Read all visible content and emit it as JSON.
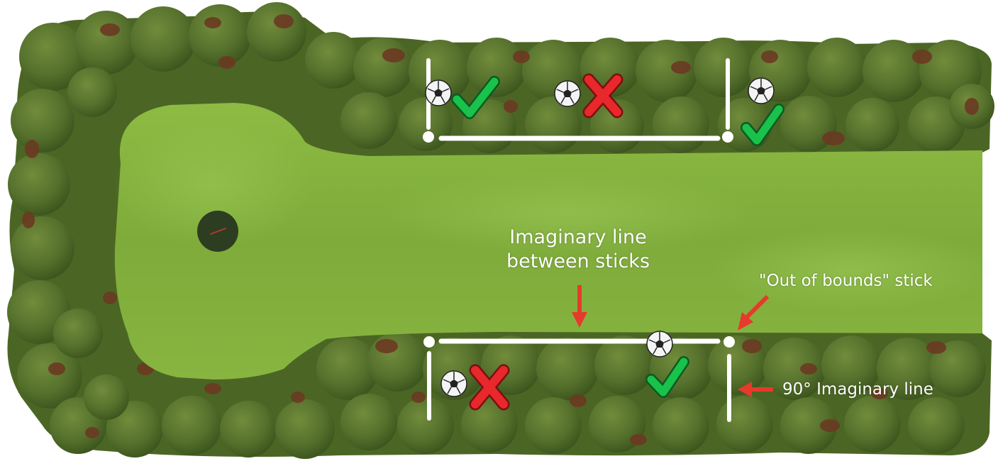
{
  "labels": {
    "imaginary_line_line1": "Imaginary line",
    "imaginary_line_line2": "between sticks",
    "out_of_bounds": "\"Out of bounds\" stick",
    "ninety_degree": "90° Imaginary line"
  },
  "colors": {
    "rough_dark": "#3f5a1f",
    "rough_mid": "#55702c",
    "rough_light": "#6f8a3a",
    "dirt": "#6b3a22",
    "fairway": "#7fae3a",
    "fairway_light": "#95c24a",
    "stick_white": "#ffffff",
    "check_green": "#19c24a",
    "cross_red": "#e8282b",
    "arrow_red": "#e53a2c",
    "hole_dark": "#2d3d22"
  },
  "markers": [
    {
      "id": "top-left-ball",
      "type": "ball"
    },
    {
      "id": "top-left-check",
      "type": "check"
    },
    {
      "id": "top-mid-ball",
      "type": "ball"
    },
    {
      "id": "top-mid-cross",
      "type": "cross"
    },
    {
      "id": "top-right-ball",
      "type": "ball"
    },
    {
      "id": "top-right-check",
      "type": "check"
    },
    {
      "id": "bottom-left-ball",
      "type": "ball"
    },
    {
      "id": "bottom-left-cross",
      "type": "cross"
    },
    {
      "id": "bottom-line-ball",
      "type": "ball"
    },
    {
      "id": "bottom-mid-check",
      "type": "check"
    }
  ]
}
